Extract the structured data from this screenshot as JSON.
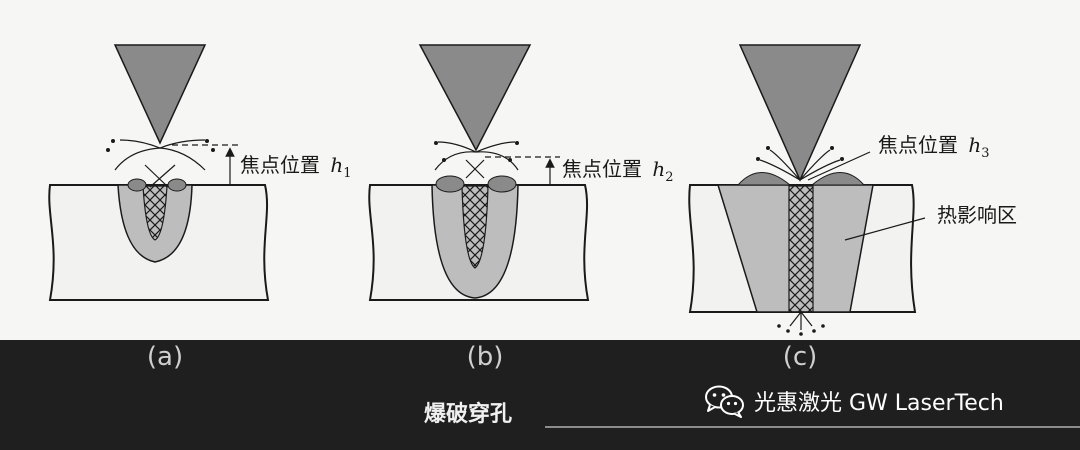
{
  "figure": {
    "annotations": {
      "a": {
        "label": "焦点位置",
        "var": "h",
        "sub": "1"
      },
      "b": {
        "label": "焦点位置",
        "var": "h",
        "sub": "2"
      },
      "c": {
        "label": "焦点位置",
        "var": "h",
        "sub": "3"
      },
      "haz": "热影响区"
    },
    "panel_labels": [
      "(a)",
      "(b)",
      "(c)"
    ]
  },
  "caption": "爆破穿孔",
  "brand": {
    "text": "光惠激光 GW LaserTech",
    "icon": "wechat-icon"
  },
  "colors": {
    "gray_fill": "#bdbdbd",
    "dark_fill": "#8a8a8a",
    "line": "#1a1a1a",
    "background": "#f6f6f4"
  }
}
